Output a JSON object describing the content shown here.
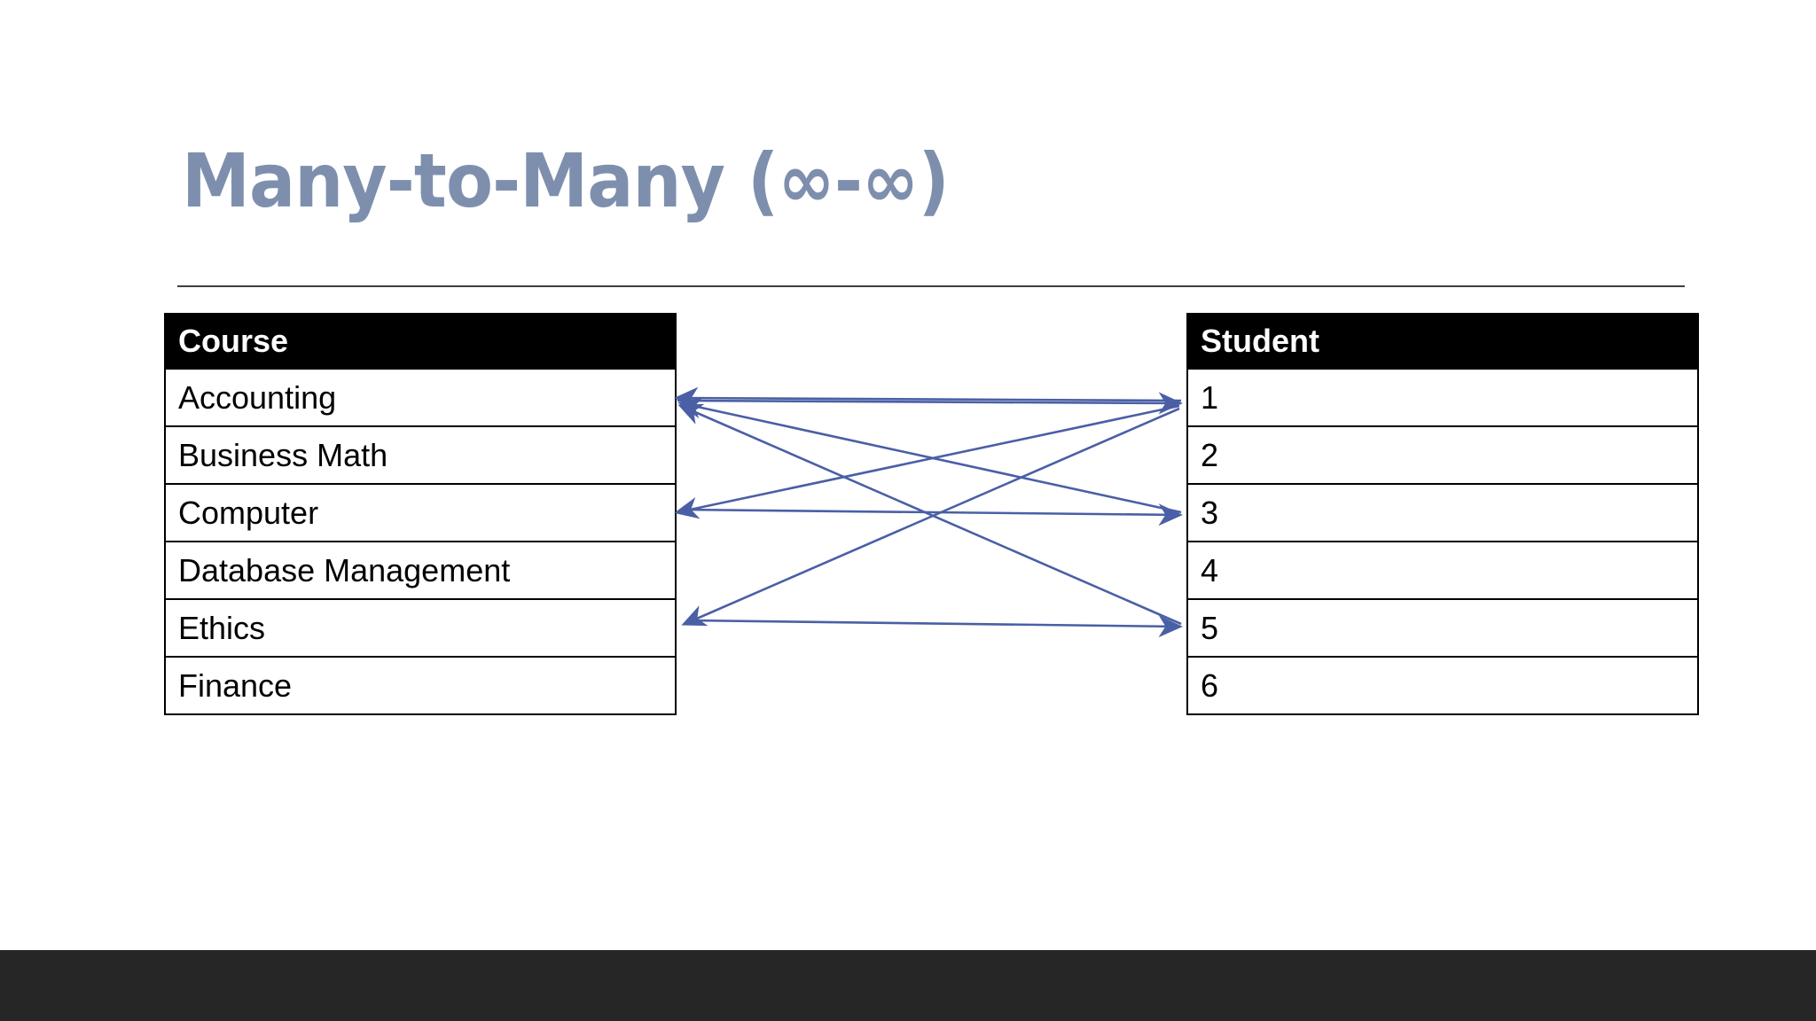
{
  "slide": {
    "title": "Many-to-Many (∞-∞)",
    "background_color": "#ffffff",
    "title_color": "#7e8fae",
    "rule_color": "#3f3f3f",
    "bottom_bar_color": "#262626",
    "connector_color": "#4a5fa5"
  },
  "course_table": {
    "header": "Course",
    "header_bg": "#000000",
    "header_text_color": "#ffffff",
    "rows": [
      "Accounting",
      "Business Math",
      "Computer",
      "Database Management",
      "Ethics",
      "Finance"
    ]
  },
  "student_table": {
    "header": "Student",
    "header_bg": "#000000",
    "header_text_color": "#ffffff",
    "rows": [
      "1",
      "2",
      "3",
      "4",
      "5",
      "6"
    ]
  },
  "chart_data": {
    "type": "diagram",
    "title": "Many-to-Many (∞-∞)",
    "relationship": "many-to-many",
    "left_entity": "Course",
    "right_entity": "Student",
    "left_nodes": [
      "Accounting",
      "Business Math",
      "Computer",
      "Database Management",
      "Ethics",
      "Finance"
    ],
    "right_nodes": [
      "1",
      "2",
      "3",
      "4",
      "5",
      "6"
    ],
    "edges": [
      {
        "from": "Student 1",
        "to": "Accounting",
        "direction": "right-to-left"
      },
      {
        "from": "Student 3",
        "to": "Accounting",
        "direction": "right-to-left"
      },
      {
        "from": "Student 5",
        "to": "Accounting",
        "direction": "right-to-left"
      },
      {
        "from": "Accounting",
        "to": "Student 1",
        "direction": "left-to-right"
      },
      {
        "from": "Student 1",
        "to": "Computer",
        "direction": "right-to-left"
      },
      {
        "from": "Computer",
        "to": "Student 3",
        "direction": "left-to-right"
      },
      {
        "from": "Student 1",
        "to": "Ethics",
        "direction": "right-to-left"
      },
      {
        "from": "Ethics",
        "to": "Student 5",
        "direction": "left-to-right"
      }
    ]
  }
}
